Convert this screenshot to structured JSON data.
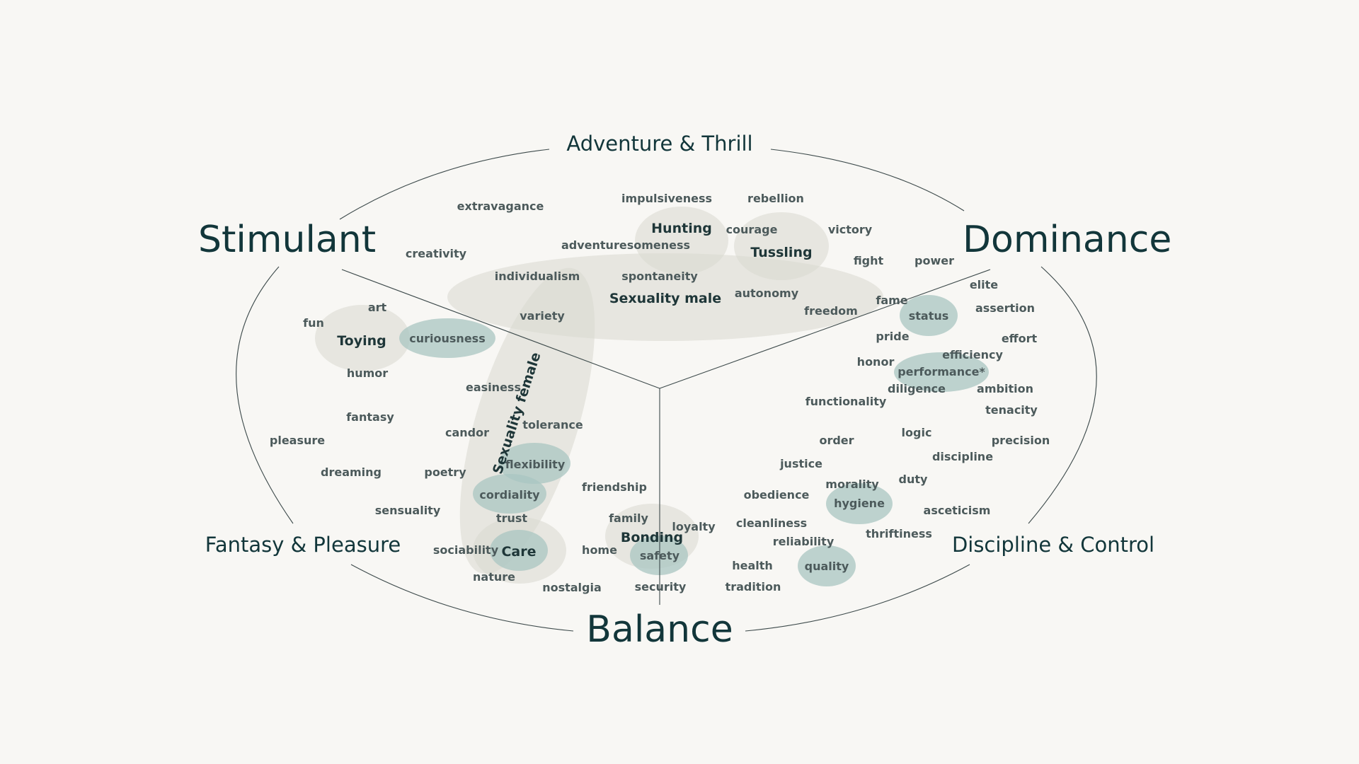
{
  "axes": {
    "stimulant": "Stimulant",
    "dominance": "Dominance",
    "balance": "Balance"
  },
  "regions": {
    "adventure": "Adventure & Thrill",
    "fantasy": "Fantasy & Pleasure",
    "discipline": "Discipline & Control"
  },
  "hubs": {
    "hunting": "Hunting",
    "tussling": "Tussling",
    "sexuality_male": "Sexuality male",
    "sexuality_female": "Sexuality female",
    "toying": "Toying",
    "care": "Care",
    "bonding": "Bonding"
  },
  "words": {
    "extravagance": "extravagance",
    "impulsiveness": "impulsiveness",
    "rebellion": "rebellion",
    "creativity": "creativity",
    "adventuresomeness": "adventuresomeness",
    "courage": "courage",
    "victory": "victory",
    "individualism": "individualism",
    "spontaneity": "spontaneity",
    "fight": "fight",
    "power": "power",
    "autonomy": "autonomy",
    "elite": "elite",
    "art": "art",
    "fun": "fun",
    "variety": "variety",
    "freedom": "freedom",
    "fame": "fame",
    "assertion": "assertion",
    "curiousness": "curiousness",
    "status": "status",
    "pride": "pride",
    "effort": "effort",
    "humor": "humor",
    "honor": "honor",
    "efficiency": "efficiency",
    "performance": "performance*",
    "easiness": "easiness",
    "diligence": "diligence",
    "ambition": "ambition",
    "functionality": "functionality",
    "tenacity": "tenacity",
    "fantasy": "fantasy",
    "tolerance": "tolerance",
    "candor": "candor",
    "logic": "logic",
    "pleasure": "pleasure",
    "order": "order",
    "precision": "precision",
    "discipline": "discipline",
    "justice": "justice",
    "dreaming": "dreaming",
    "poetry": "poetry",
    "flexibility": "flexibility",
    "duty": "duty",
    "morality": "morality",
    "friendship": "friendship",
    "cordiality": "cordiality",
    "obedience": "obedience",
    "hygiene": "hygiene",
    "sensuality": "sensuality",
    "asceticism": "asceticism",
    "trust": "trust",
    "family": "family",
    "cleanliness": "cleanliness",
    "loyalty": "loyalty",
    "thriftiness": "thriftiness",
    "reliability": "reliability",
    "sociability": "sociability",
    "home": "home",
    "safety": "safety",
    "health": "health",
    "quality": "quality",
    "nature": "nature",
    "nostalgia": "nostalgia",
    "security": "security",
    "tradition": "tradition"
  }
}
